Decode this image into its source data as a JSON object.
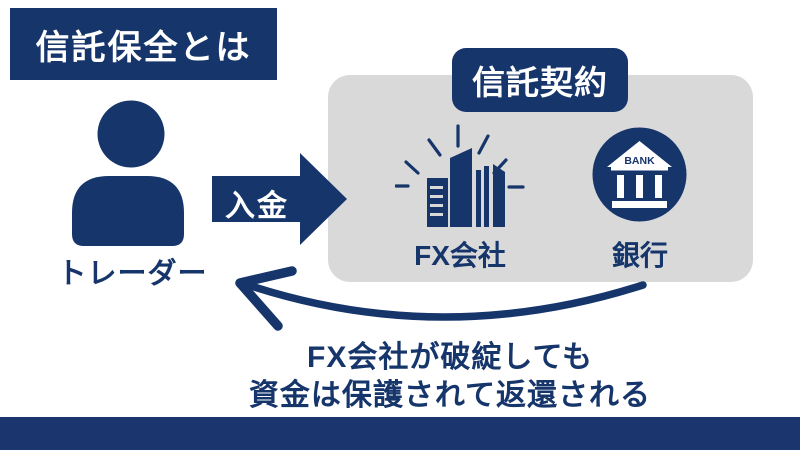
{
  "colors": {
    "navy": "#16356b",
    "panel_gray": "#d9d9d9",
    "white": "#ffffff"
  },
  "title": "信託保全とは",
  "trader": {
    "label": "トレーダー"
  },
  "deposit_arrow": {
    "label": "入金"
  },
  "trust_panel": {
    "badge_label": "信託契約",
    "fx_company": {
      "label": "FX会社"
    },
    "bank": {
      "label": "銀行",
      "icon_text": "BANK"
    }
  },
  "caption": {
    "line1": "FX会社が破綻しても",
    "line2": "資金は保護されて返還される"
  }
}
